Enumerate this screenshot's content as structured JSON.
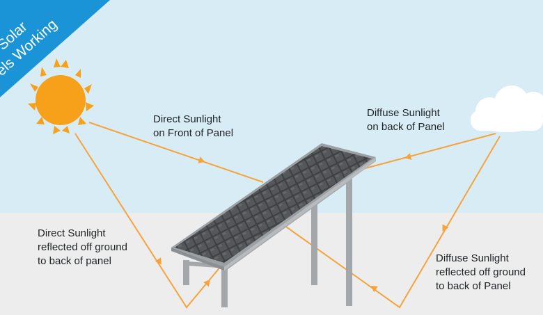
{
  "banner": {
    "line1": "l Solar",
    "line2": "els Working",
    "color": "#1a94d6"
  },
  "colors": {
    "sky": "#d8ecf6",
    "ground": "#ededed",
    "sun": "#f7a11a",
    "ray": "#f6a33c",
    "panel": "#5f6164",
    "frame": "#a3a7aa",
    "cloud": "#ffffff"
  },
  "labels": {
    "direct_front": [
      "Direct Sunlight",
      "on Front of Panel"
    ],
    "diffuse_back": [
      "Diffuse Sunlight",
      "on back of Panel"
    ],
    "direct_ground": [
      "Direct Sunlight",
      "reflected off ground",
      "to back of panel"
    ],
    "diffuse_ground": [
      "Diffuse Sunlight",
      "reflected off ground",
      "to back of Panel"
    ]
  },
  "icons": [
    "sun-icon",
    "cloud-icon",
    "solar-panel-icon"
  ]
}
